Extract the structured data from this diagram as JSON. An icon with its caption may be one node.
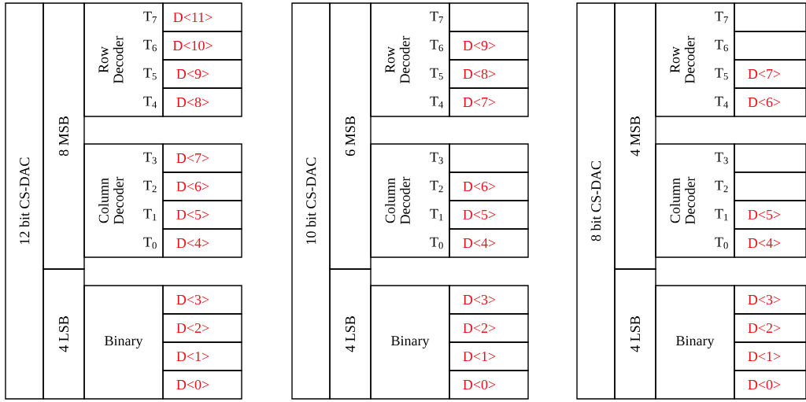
{
  "diagram": {
    "nodes": [
      {
        "text": [
          "12 bit CS-DAC"
        ]
      },
      {
        "text": [
          "8 MSB"
        ]
      },
      {
        "text": [
          "4 LSB"
        ]
      },
      {
        "text": [
          "Row Decoder",
          "T$_{7}$",
          "T$_{6}$",
          "T$_{5}$",
          "T$_{4}$"
        ]
      },
      {
        "text": [
          "D<11>"
        ]
      },
      {
        "text": [
          "D<10>"
        ]
      },
      {
        "text": [
          "D<9>"
        ]
      },
      {
        "text": [
          "D<8>"
        ]
      },
      {
        "text": [
          "Column Decoder",
          "T$_{3}$",
          "T$_{2}$",
          "T$_{1}$",
          "T$_{0}$"
        ]
      },
      {
        "text": [
          "D<7>"
        ]
      },
      {
        "text": [
          "D<6>"
        ]
      },
      {
        "text": [
          "D<5>"
        ]
      },
      {
        "text": [
          "D<4>"
        ]
      },
      {
        "text": [
          "Binary"
        ]
      },
      {
        "text": [
          "D<3>"
        ]
      },
      {
        "text": [
          "D<2>"
        ]
      },
      {
        "text": [
          "D<1>"
        ]
      },
      {
        "text": [
          "D<0>"
        ]
      },
      {
        "text": [
          "10 bit CS-DAC"
        ]
      },
      {
        "text": [
          "6 MSB"
        ]
      },
      {
        "text": [
          "4 LSB"
        ]
      },
      {
        "text": [
          "Row Decoder",
          "T$_{7}$",
          "T$_{6}$",
          "T$_{5}$",
          "T$_{4}$"
        ]
      },
      {
        "text": [],
        "shape": "box"
      },
      {
        "text": [
          "D<9>"
        ]
      },
      {
        "text": [
          "D<8>"
        ]
      },
      {
        "text": [
          "D<7>"
        ]
      },
      {
        "text": [
          "Column Decoder",
          "T$_{3}$",
          "T$_{2}$",
          "T$_{1}$",
          "T$_{0}$"
        ]
      },
      {
        "text": [],
        "shape": "box"
      },
      {
        "text": [
          "D<6>"
        ]
      },
      {
        "text": [
          "D<5>"
        ]
      },
      {
        "text": [
          "D<4>"
        ]
      },
      {
        "text": [
          "Binary"
        ]
      },
      {
        "text": [
          "D<3>"
        ]
      },
      {
        "text": [
          "D<2>"
        ]
      },
      {
        "text": [
          "D<1>"
        ]
      },
      {
        "text": [
          "D<0>"
        ]
      },
      {
        "text": [
          "8 bit CS-DAC"
        ]
      },
      {
        "text": [
          "4 MSB"
        ]
      },
      {
        "text": [
          "4 LSB"
        ]
      },
      {
        "text": [
          "Row Decoder",
          "T$_{7}$",
          "T$_{6}$",
          "T$_{5}$",
          "T$_{4}$"
        ]
      },
      {
        "text": [],
        "shape": "box"
      },
      {
        "text": [],
        "shape": "box"
      },
      {
        "text": [
          "D<7>"
        ]
      },
      {
        "text": [
          "D<6>"
        ]
      },
      {
        "text": [
          "Column Decoder",
          "T$_{3}$",
          "T$_{2}$",
          "T$_{1}$",
          "T$_{0}$"
        ]
      },
      {
        "text": [],
        "shape": "box"
      },
      {
        "text": [],
        "shape": "box"
      },
      {
        "text": [
          "D<5>"
        ]
      },
      {
        "text": [
          "D<4>"
        ]
      },
      {
        "text": [
          "Binary"
        ]
      },
      {
        "text": [
          "D<3>"
        ]
      },
      {
        "text": [
          "D<2>"
        ]
      },
      {
        "text": [
          "D<1>"
        ]
      },
      {
        "text": [
          "D<0>"
        ]
      }
    ]
  }
}
